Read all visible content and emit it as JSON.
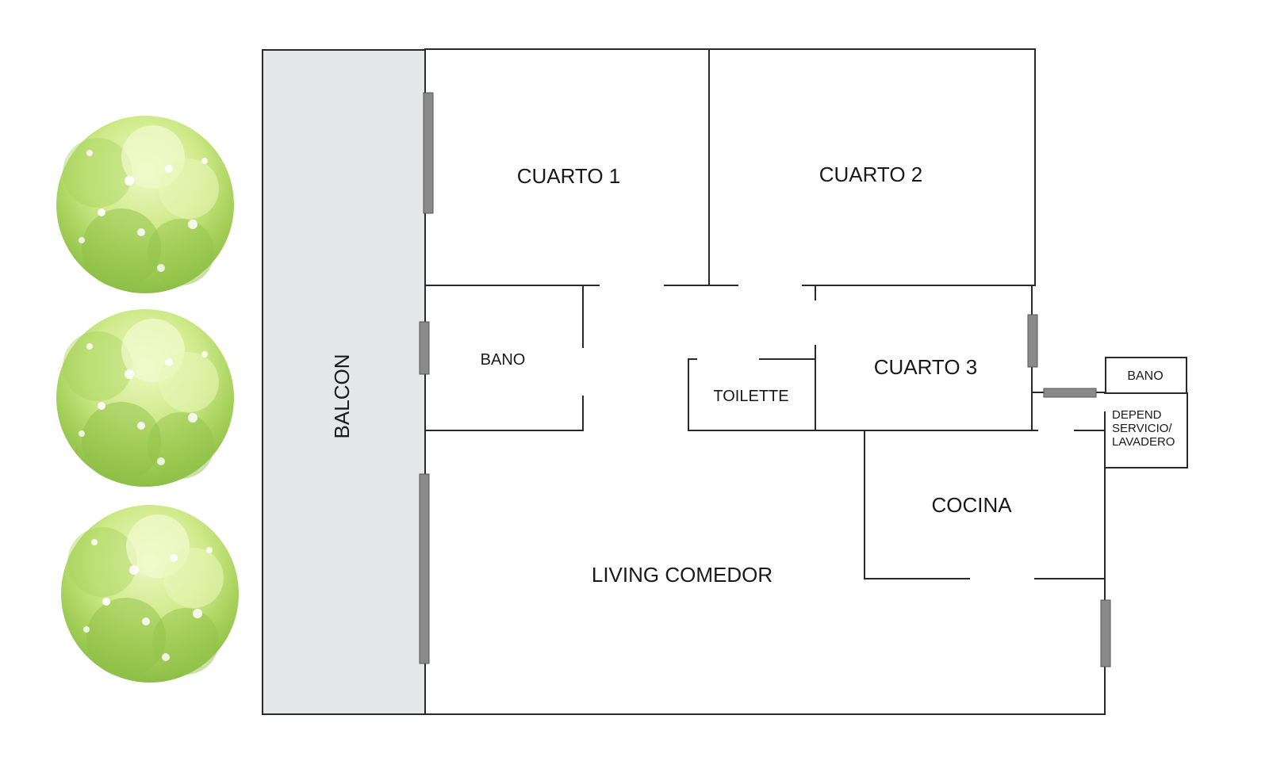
{
  "plan": {
    "rooms": {
      "balcon": "BALCON",
      "cuarto_1": "CUARTO 1",
      "cuarto_2": "CUARTO 2",
      "cuarto_3": "CUARTO 3",
      "bano": "BANO",
      "toilette": "TOILETTE",
      "bano_servicio": "BANO",
      "dependencia_line_1": "DEPEND",
      "dependencia_line_2": "SERVICIO/",
      "dependencia_line_3": "LAVADERO",
      "cocina": "COCINA",
      "living_comedor": "LIVING COMEDOR"
    },
    "colors": {
      "balcony_fill": "#e6e7e9",
      "wall": "#2a2a2a",
      "window": "#8a8a8a",
      "tree_light": "#dff2a8",
      "tree_mid": "#b8dc6c",
      "tree_dark": "#8fc04a"
    },
    "trees": [
      "tree-icon",
      "tree-icon",
      "tree-icon"
    ]
  }
}
